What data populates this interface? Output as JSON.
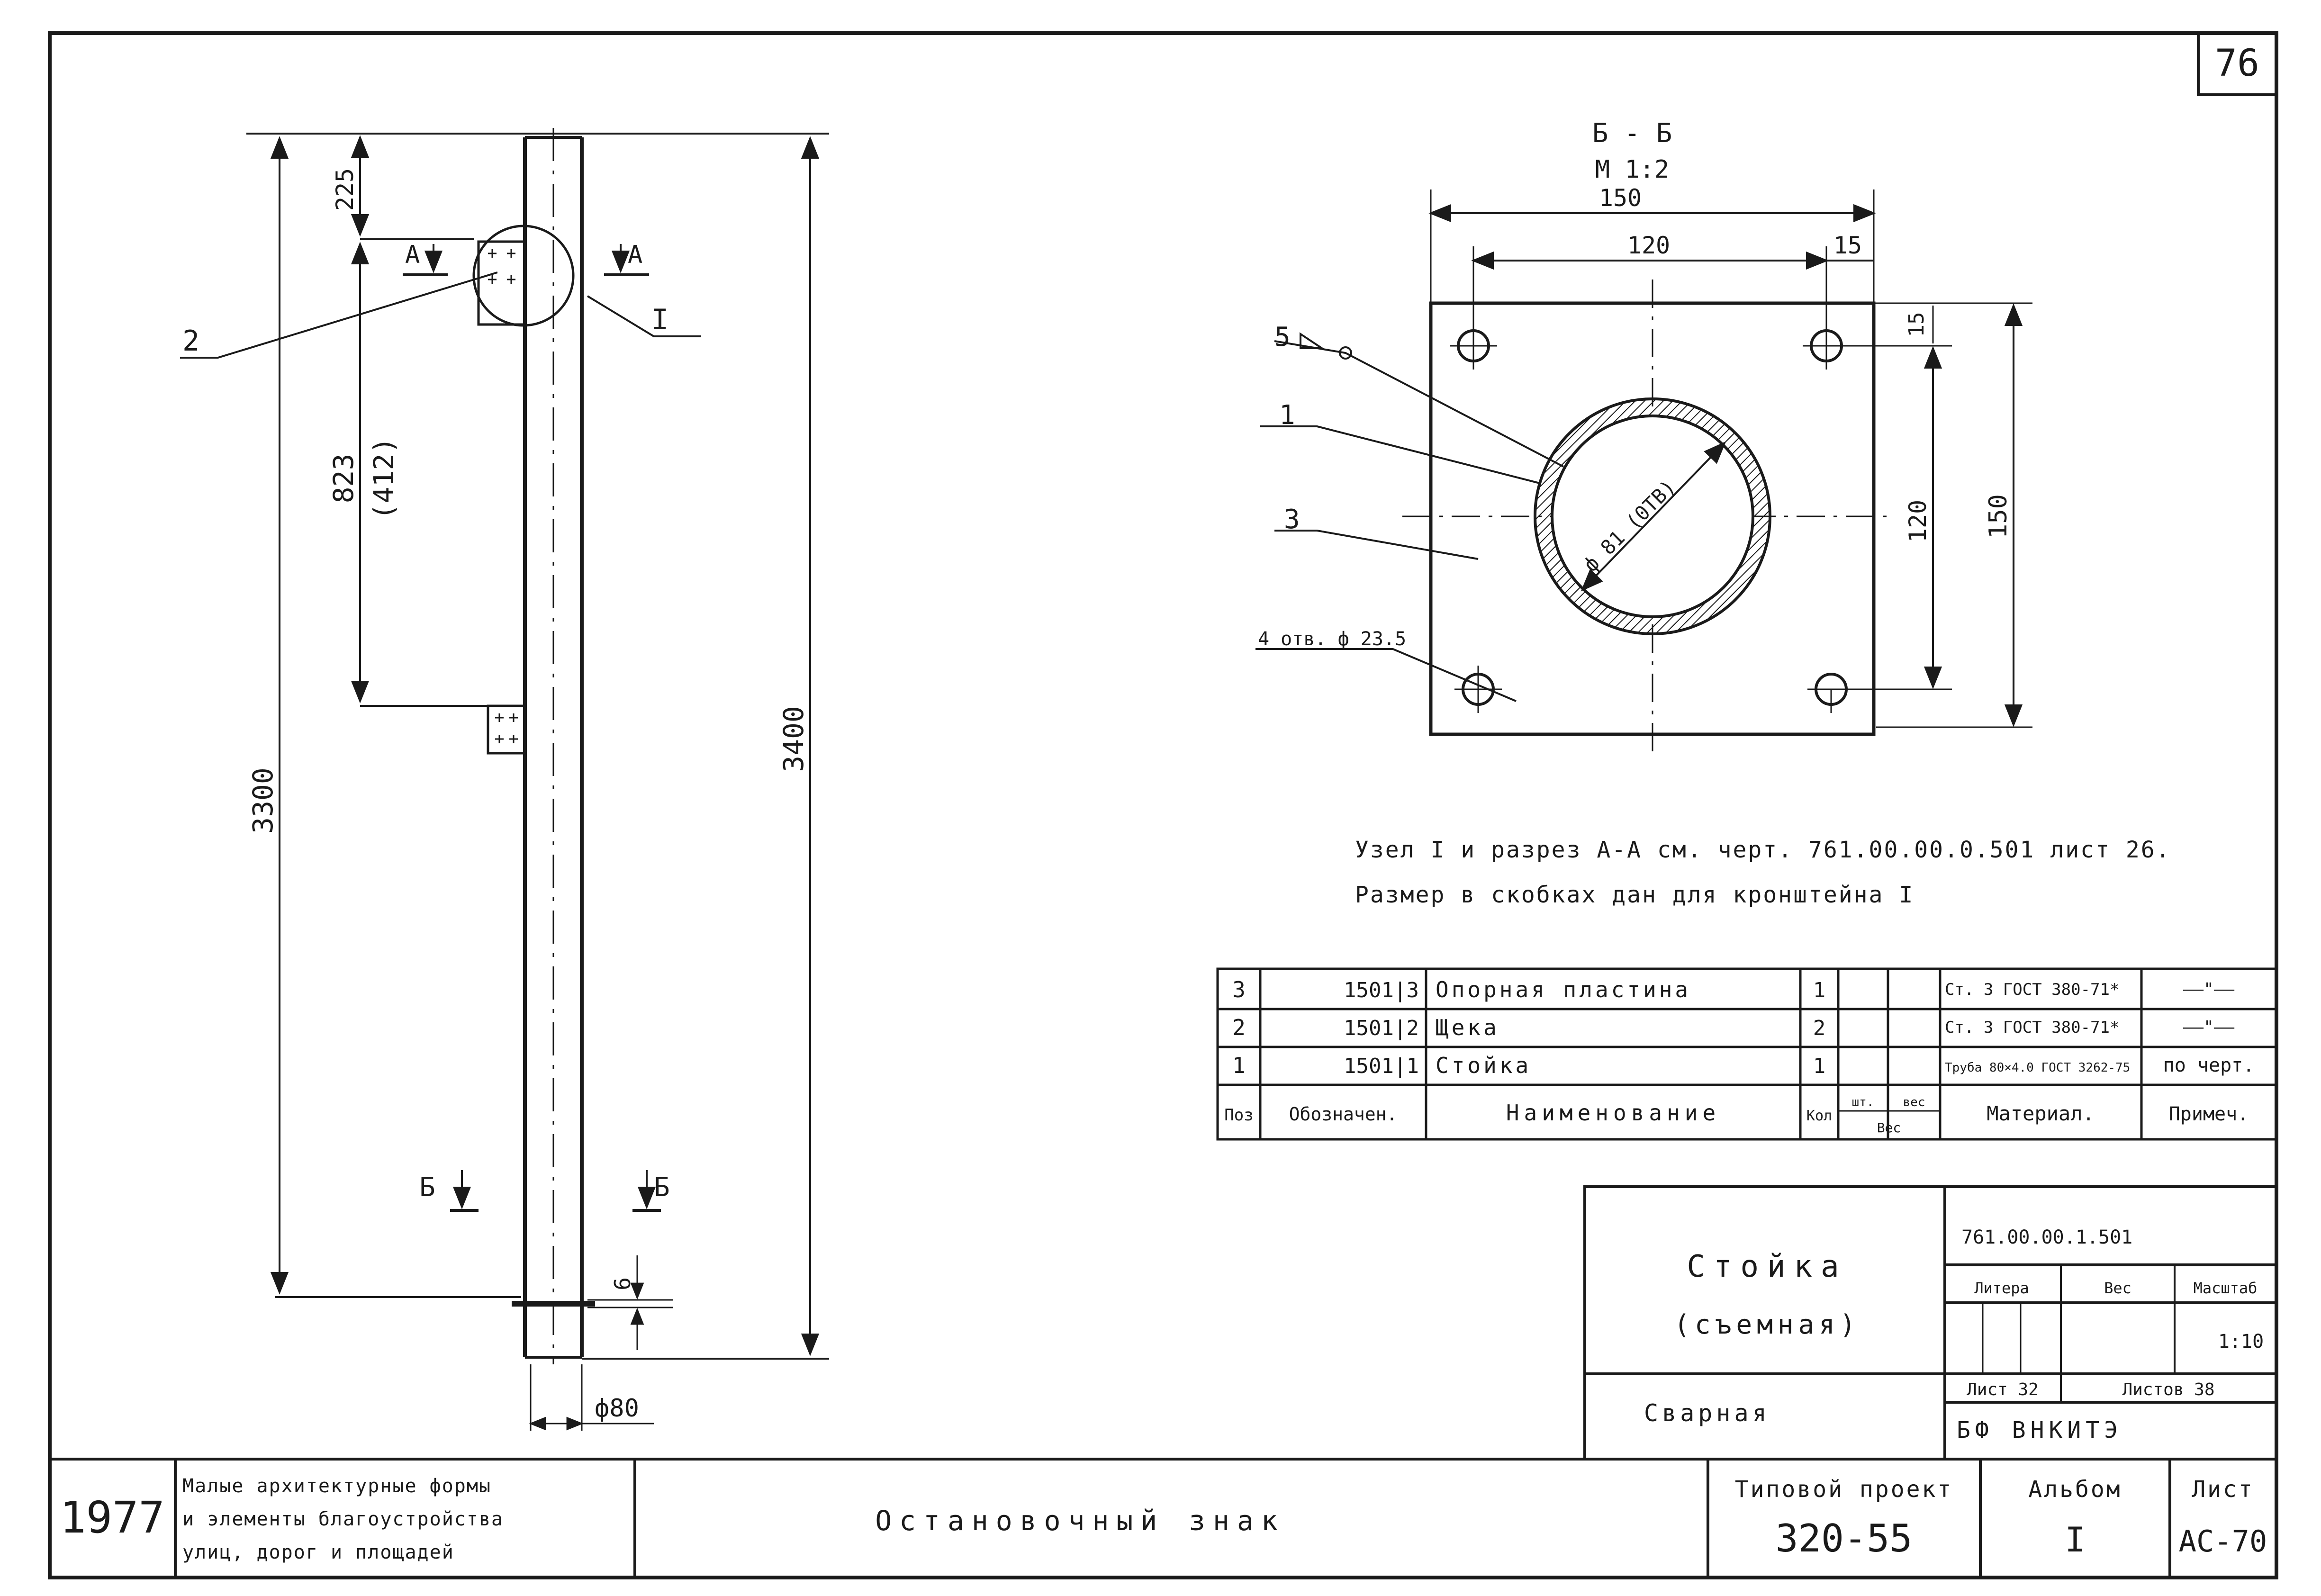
{
  "sheet_number": "76",
  "stand": {
    "dims": {
      "d225": "225",
      "d823": "823",
      "d412": "(412)",
      "d3300": "3300",
      "d3400": "3400",
      "d6": "6",
      "phi80": "ф80"
    },
    "section_a_left": "А",
    "section_a_right": "А",
    "section_b_left": "Б",
    "section_b_right": "Б",
    "callout_2": "2",
    "callout_node": "I"
  },
  "section_view": {
    "title": "Б - Б",
    "scale": "М 1:2",
    "dims": {
      "w150": "150",
      "w120": "120",
      "w15": "15",
      "h15": "15",
      "h120": "120",
      "h150": "150",
      "pipe": "ф 81 (0ТВ)"
    },
    "weld_note": "5",
    "callout_1": "1",
    "callout_3": "3",
    "holes_note": "4 отв. ф 23.5"
  },
  "notes": [
    "Узел I и разрез А-А см. черт. 761.00.00.0.501 лист 26.",
    "Размер в скобках дан для кронштейна I"
  ],
  "spec_table": {
    "header": [
      "Поз",
      "Обозначен.",
      "Наименование",
      "Кол",
      "шт.",
      "вес",
      "Материал.",
      "Примеч."
    ],
    "header_weight_group": "Вес",
    "rows": [
      [
        "3",
        "1501|3",
        "Опорная пластина",
        "1",
        "",
        "",
        "Ст. 3 ГОСТ 380-71*",
        "——\"——"
      ],
      [
        "2",
        "1501|2",
        "Щека",
        "2",
        "",
        "",
        "Ст. 3 ГОСТ 380-71*",
        "——\"——"
      ],
      [
        "1",
        "1501|1",
        "Стойка",
        "1",
        "",
        "",
        "Труба 80×4.0 ГОСТ 3262-75",
        "по черт."
      ]
    ]
  },
  "title_block": {
    "doc_code": "761.00.00.1.501",
    "name_line1": "Стойка",
    "name_line2": "(съемная)",
    "welded": "Сварная",
    "litera_label": "Литера",
    "mass_label": "Вес",
    "scale_label": "Масштаб",
    "scale_value": "1:10",
    "sheet_label": "Лист 32",
    "sheets_label": "Листов 38",
    "org": "БФ ВНКИТЭ"
  },
  "bottom_band": {
    "year": "1977",
    "series_line1": "Малые архитектурные формы",
    "series_line2": "и элементы благоустройства",
    "series_line3": "улиц, дорог и площадей",
    "drawing_title": "Остановочный знак",
    "project_label": "Типовой проект",
    "project_value": "320-55",
    "album_label": "Альбом",
    "album_value": "I",
    "list_label": "Лист",
    "list_value": "АС-70"
  }
}
